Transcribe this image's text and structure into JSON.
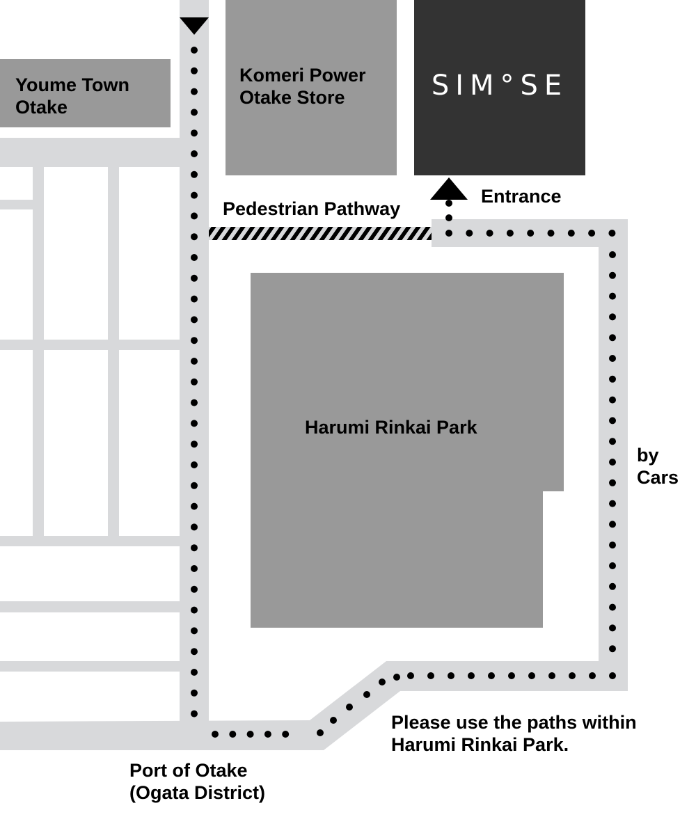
{
  "colors": {
    "road": "#d8d9db",
    "building": "#999999",
    "simose": "#333333",
    "route": "#000000"
  },
  "labels": {
    "youme": "Youme Town\nOtake",
    "komeri": "Komeri Power\nOtake Store",
    "simose_logo": "SIM°SE",
    "pedestrian": "Pedestrian Pathway",
    "entrance": "Entrance",
    "park": "Harumi Rinkai Park",
    "by_cars": "by\nCars",
    "note": "Please use the paths within\nHarumi Rinkai Park.",
    "port": "Port of Otake\n(Ogata District)"
  }
}
